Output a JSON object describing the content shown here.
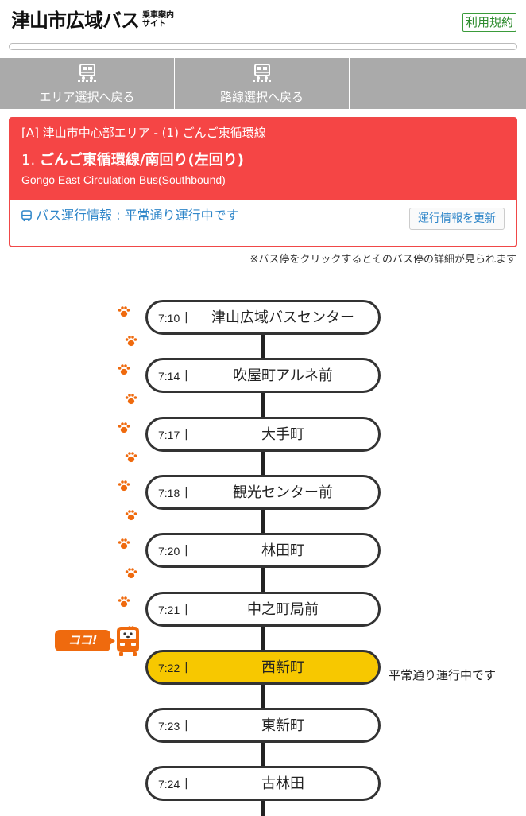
{
  "header": {
    "logo_main": "津山市広域バス",
    "logo_sub_1": "乗車案内",
    "logo_sub_2": "サイト",
    "terms_label": "利用規約"
  },
  "nav": {
    "items": [
      {
        "label": "エリア選択へ戻る",
        "icon": "bus-icon"
      },
      {
        "label": "路線選択へ戻る",
        "icon": "bus-icon"
      }
    ]
  },
  "route_card": {
    "area": "[A] 津山市中心部エリア - (1) ごんご東循環線",
    "route_number": "1.",
    "route_name": "ごんご東循環線/南回り(左回り)",
    "route_name_en": "Gongo East Circulation Bus(Southbound)",
    "status": "バス運行情報 : 平常通り運行中です",
    "refresh_label": "運行情報を更新",
    "colors": {
      "header": "#f54545",
      "status_text": "#2f86c9"
    }
  },
  "hint": "※バス停をクリックするとそのバス停の詳細が見られます",
  "stops": [
    {
      "time": "7:10",
      "name": "津山広域バスセンター"
    },
    {
      "time": "7:14",
      "name": "吹屋町アルネ前"
    },
    {
      "time": "7:17",
      "name": "大手町"
    },
    {
      "time": "7:18",
      "name": "観光センター前"
    },
    {
      "time": "7:20",
      "name": "林田町"
    },
    {
      "time": "7:21",
      "name": "中之町局前"
    },
    {
      "time": "7:22",
      "name": "西新町",
      "current": true
    },
    {
      "time": "7:23",
      "name": "東新町"
    },
    {
      "time": "7:24",
      "name": "古林田"
    }
  ],
  "current_stop_status": "平常通り運行中です",
  "current_marker_label": "ココ!",
  "current_color": "#f7c800"
}
